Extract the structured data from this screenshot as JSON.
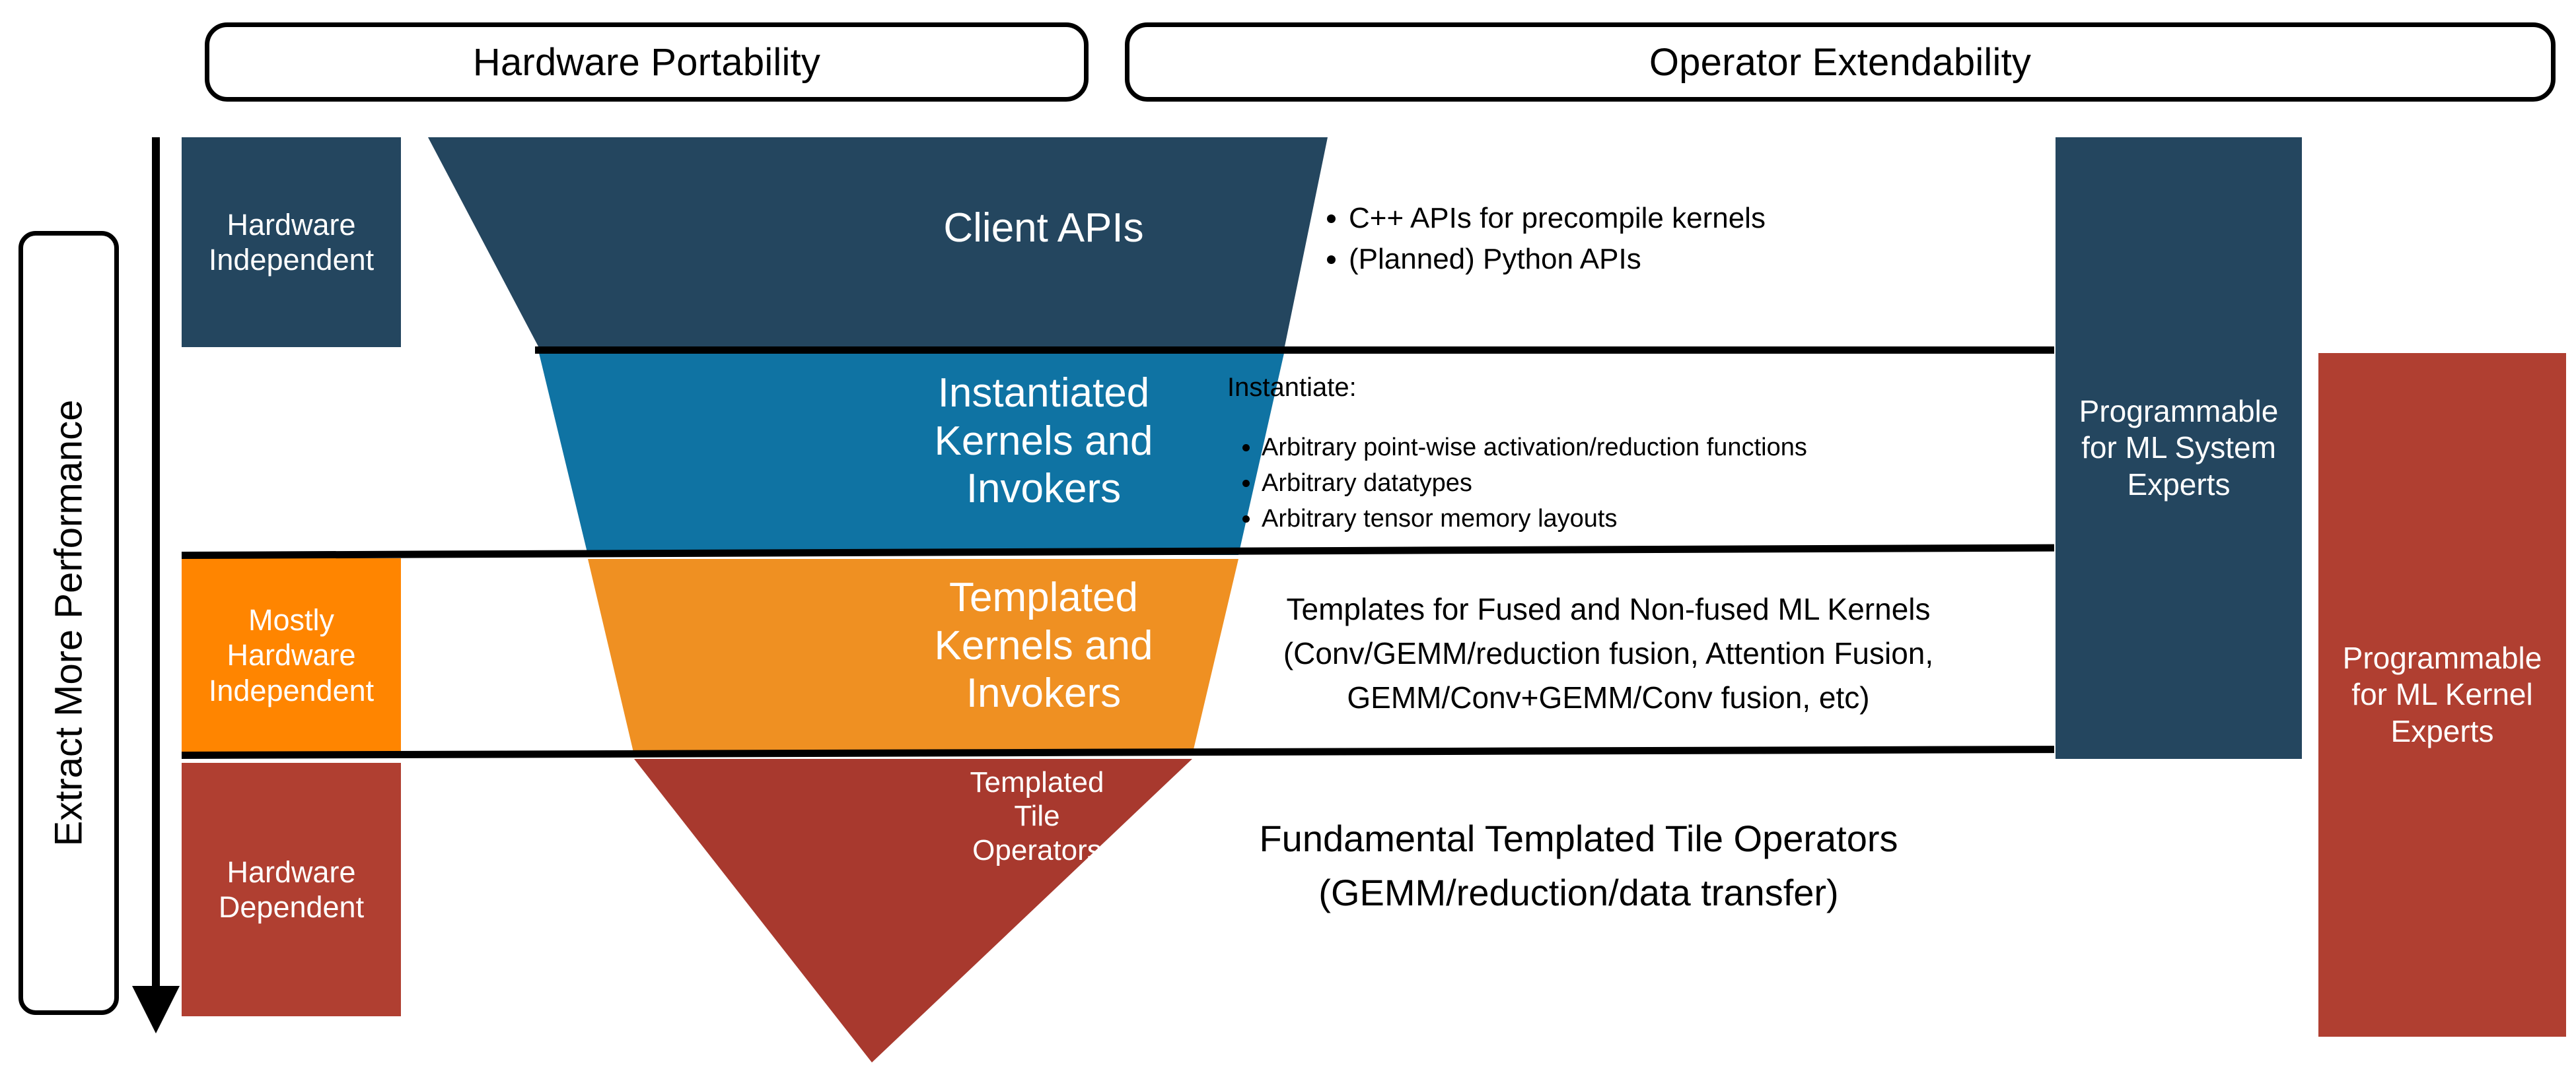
{
  "headers": {
    "left": "Hardware Portability",
    "right": "Operator Extendability"
  },
  "axis": {
    "label": "Extract More Performance",
    "arrow_icon": "down-arrow-icon"
  },
  "categories": [
    {
      "id": "hardware-independent",
      "label": "Hardware\nIndependent",
      "color": "#24465f"
    },
    {
      "id": "mostly-hardware-independent",
      "label": "Mostly\nHardware\nIndependent",
      "color": "#ff8500"
    },
    {
      "id": "hardware-dependent",
      "label": "Hardware\nDependent",
      "color": "#b03f31"
    }
  ],
  "funnel": {
    "layers": [
      {
        "id": "client-apis",
        "label": "Client APIs",
        "color": "#24465f"
      },
      {
        "id": "instantiated-kernels",
        "label": "Instantiated\nKernels and\nInvokers",
        "color": "#0f73a3"
      },
      {
        "id": "templated-kernels",
        "label": "Templated\nKernels and\nInvokers",
        "color": "#ef9022"
      },
      {
        "id": "templated-tile-operators",
        "label": "Templated\nTile\nOperators",
        "color": "#a8392e"
      }
    ]
  },
  "descriptions": {
    "client_apis": {
      "bullets": [
        "C++ APIs for precompile kernels",
        "(Planned) Python APIs"
      ]
    },
    "instantiated": {
      "lead": "Instantiate:",
      "bullets": [
        "Arbitrary point-wise activation/reduction functions",
        "Arbitrary datatypes",
        "Arbitrary tensor memory layouts"
      ]
    },
    "templated": {
      "text": "Templates for Fused and Non-fused ML Kernels\n(Conv/GEMM/reduction fusion, Attention Fusion,\nGEMM/Conv+GEMM/Conv fusion, etc)"
    },
    "fundamental": {
      "text": "Fundamental Templated Tile Operators\n(GEMM/reduction/data transfer)"
    }
  },
  "personas": [
    {
      "id": "ml-system-experts",
      "label": "Programmable\nfor ML System\nExperts",
      "color": "#24465f"
    },
    {
      "id": "ml-kernel-experts",
      "label": "Programmable\nfor ML Kernel\nExperts",
      "color": "#b03f31"
    }
  ]
}
